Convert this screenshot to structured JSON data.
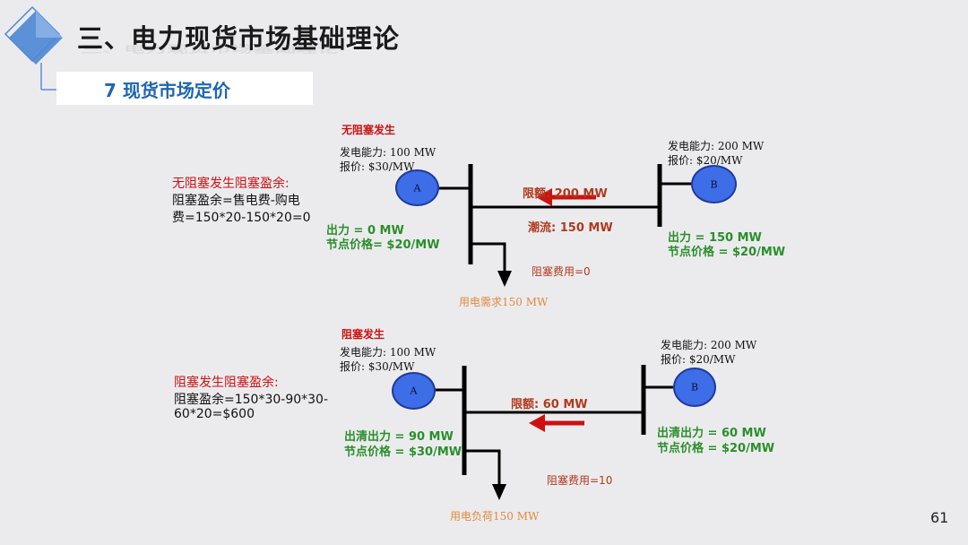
{
  "slide": {
    "title": "三、电力现货市场基础理论",
    "subtitle": "7 现货市场定价",
    "page_number": "61",
    "accent_color": "#1e66b0"
  },
  "top_case": {
    "heading": "无阻塞发生",
    "side_title": "无阻塞发生阻塞盈余:",
    "side_line1": "阻塞盈余=售电费-购电",
    "side_line2": "费=150*20-150*20=0",
    "gen_a_capacity": "发电能力: 100 MW",
    "gen_a_bid": "报价: $30/MW",
    "gen_b_capacity": "发电能力: 200 MW",
    "gen_b_bid": "报价: $20/MW",
    "node_a_label": "A",
    "node_b_label": "B",
    "limit": "限额: 200 MW",
    "flow": "潮流: 150 MW",
    "output_a": "出力 = 0 MW",
    "price_a": "节点价格= $20/MW",
    "output_b": "出力 = 150 MW",
    "price_b": "节点价格 = $20/MW",
    "congestion_fee": "阻塞费用=0",
    "demand": "用电需求150 MW"
  },
  "bottom_case": {
    "heading": "阻塞发生",
    "side_title": "阻塞发生阻塞盈余:",
    "side_line1": "阻塞盈余=150*30-90*30-",
    "side_line2": "60*20=$600",
    "gen_a_capacity": "发电能力: 100 MW",
    "gen_a_bid": "报价: $30/MW",
    "gen_b_capacity": "发电能力: 200 MW",
    "gen_b_bid": "报价: $20/MW",
    "node_a_label": "A",
    "node_b_label": "B",
    "limit": "限额: 60 MW",
    "output_a": "出清出力 = 90 MW",
    "price_a": "节点价格 = $30/MW",
    "output_b": "出清出力 = 60 MW",
    "price_b": "节点价格 = $20/MW",
    "congestion_fee": "阻塞费用=10",
    "demand": "用电负荷150 MW"
  }
}
